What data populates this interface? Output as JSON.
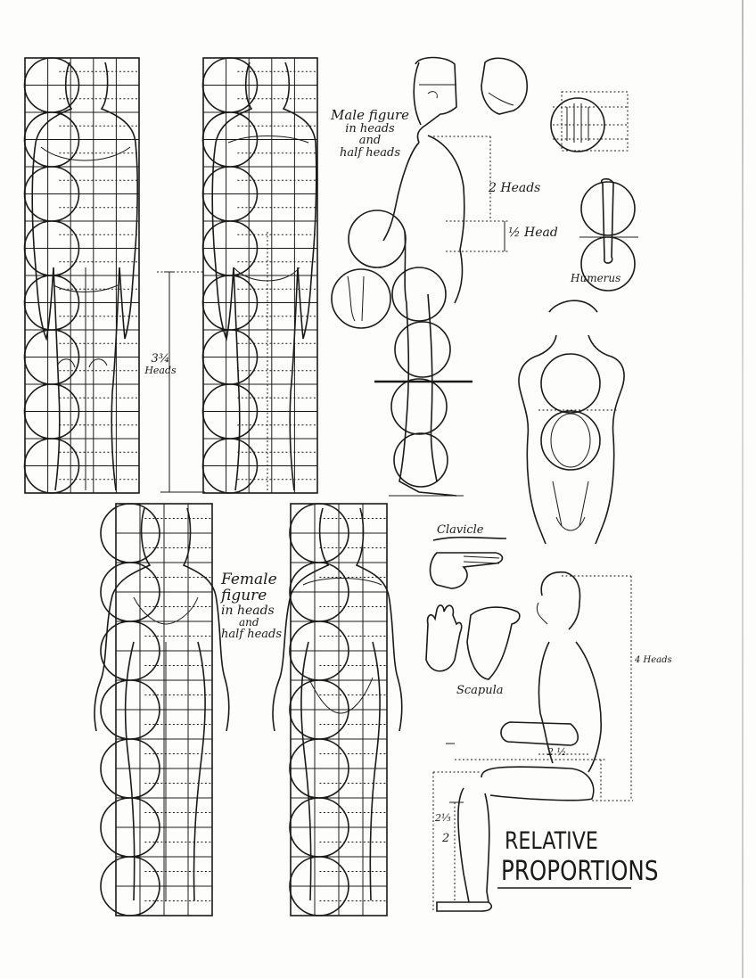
{
  "labels": {
    "male_caption": [
      "Male figure",
      "in heads",
      "and",
      "half heads"
    ],
    "female_caption": [
      "Female",
      "figure",
      "in heads",
      "and",
      "half heads"
    ],
    "two_heads": "2 Heads",
    "half_head": "½ Head",
    "humerus": "Humerus",
    "three_quarter_num": "3",
    "three_quarter_frac": "¾",
    "three_quarter_unit": "Heads",
    "clavicle": "Clavicle",
    "scapula": "Scapula",
    "four_heads": "4 Heads",
    "two_half": "2 ½",
    "two_third": "2⅓",
    "two": "2",
    "title_line1": "RELATIVE",
    "title_line2": "PROPORTIONS"
  },
  "colors": {
    "ink": "#1a1a1a",
    "paper": "#fdfdfb"
  }
}
